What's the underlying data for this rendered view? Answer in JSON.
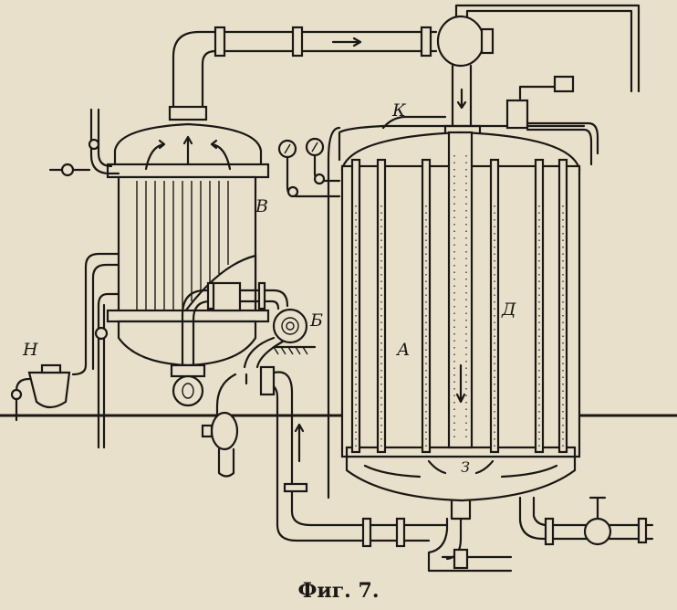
{
  "figure": {
    "caption": "Фиг. 7.",
    "labels": {
      "condenser": "В",
      "pump": "Б",
      "collector": "Н",
      "valve": "К",
      "tank": "А",
      "tube": "Д",
      "bottom": "З"
    }
  }
}
